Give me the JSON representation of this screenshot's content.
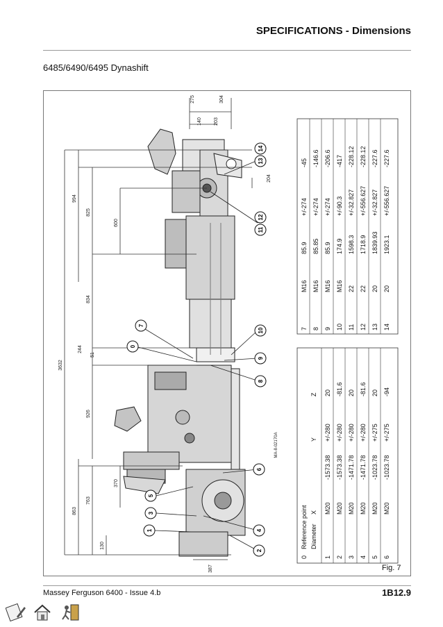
{
  "header": {
    "title": "SPECIFICATIONS - Dimensions",
    "model": "6485/6490/6495 Dynashift"
  },
  "drawing": {
    "code": "MA-8-02170A",
    "dims_left": {
      "total": "3632",
      "d994": "994",
      "d825": "825",
      "d600": "600",
      "d834": "834",
      "d244": "244",
      "d51": "51",
      "d926": "926",
      "d863": "863",
      "d763": "763",
      "d370": "370",
      "d130": "130"
    },
    "dims_top": {
      "d275": "275",
      "d304": "304",
      "d140": "140",
      "d203": "203"
    },
    "dim_204": "204",
    "dim_387": "387",
    "callouts": [
      "0",
      "1",
      "2",
      "3",
      "4",
      "5",
      "6",
      "7",
      "8",
      "9",
      "10",
      "11",
      "12",
      "13",
      "14"
    ]
  },
  "table_main": {
    "headers": [
      "Reference point",
      "Diameter",
      "X",
      "Y",
      "Z"
    ],
    "rows": [
      [
        "0",
        "",
        "",
        "",
        ""
      ],
      [
        "1",
        "M20",
        "-1573.38",
        "+/-280",
        "20"
      ],
      [
        "2",
        "M20",
        "-1573.38",
        "+/-280",
        "-81.6"
      ],
      [
        "3",
        "M20",
        "-1471.78",
        "+/-280",
        "20"
      ],
      [
        "4",
        "M20",
        "-1471.78",
        "+/-280",
        "-81.6"
      ],
      [
        "5",
        "M20",
        "-1023.78",
        "+/-275",
        "20"
      ],
      [
        "6",
        "M20",
        "-1023.78",
        "+/-275",
        "-94"
      ]
    ]
  },
  "table_rear": {
    "rows": [
      [
        "7",
        "M16",
        "85.9",
        "+/-274",
        "-45"
      ],
      [
        "8",
        "M16",
        "85.85",
        "+/-274",
        "-146.6"
      ],
      [
        "9",
        "M16",
        "85.9",
        "+/-274",
        "-206.6"
      ],
      [
        "10",
        "M16",
        "174.9",
        "+/-90.3",
        "-417"
      ],
      [
        "11",
        "22",
        "1598.3",
        "+/-32.827",
        "-228.12"
      ],
      [
        "12",
        "22",
        "1718.9",
        "+/-556.627",
        "-228.12"
      ],
      [
        "13",
        "20",
        "1839.93",
        "+/-32.827",
        "-227.6"
      ],
      [
        "14",
        "20",
        "1923.1",
        "+/-556.627",
        "-227.6"
      ]
    ]
  },
  "figure": {
    "label": "Fig. 7"
  },
  "footer": {
    "left": "Massey Ferguson 6400 - Issue 4.b",
    "page": "1B12.9"
  },
  "nav": [
    "edit-icon",
    "home-icon",
    "exit-icon"
  ]
}
